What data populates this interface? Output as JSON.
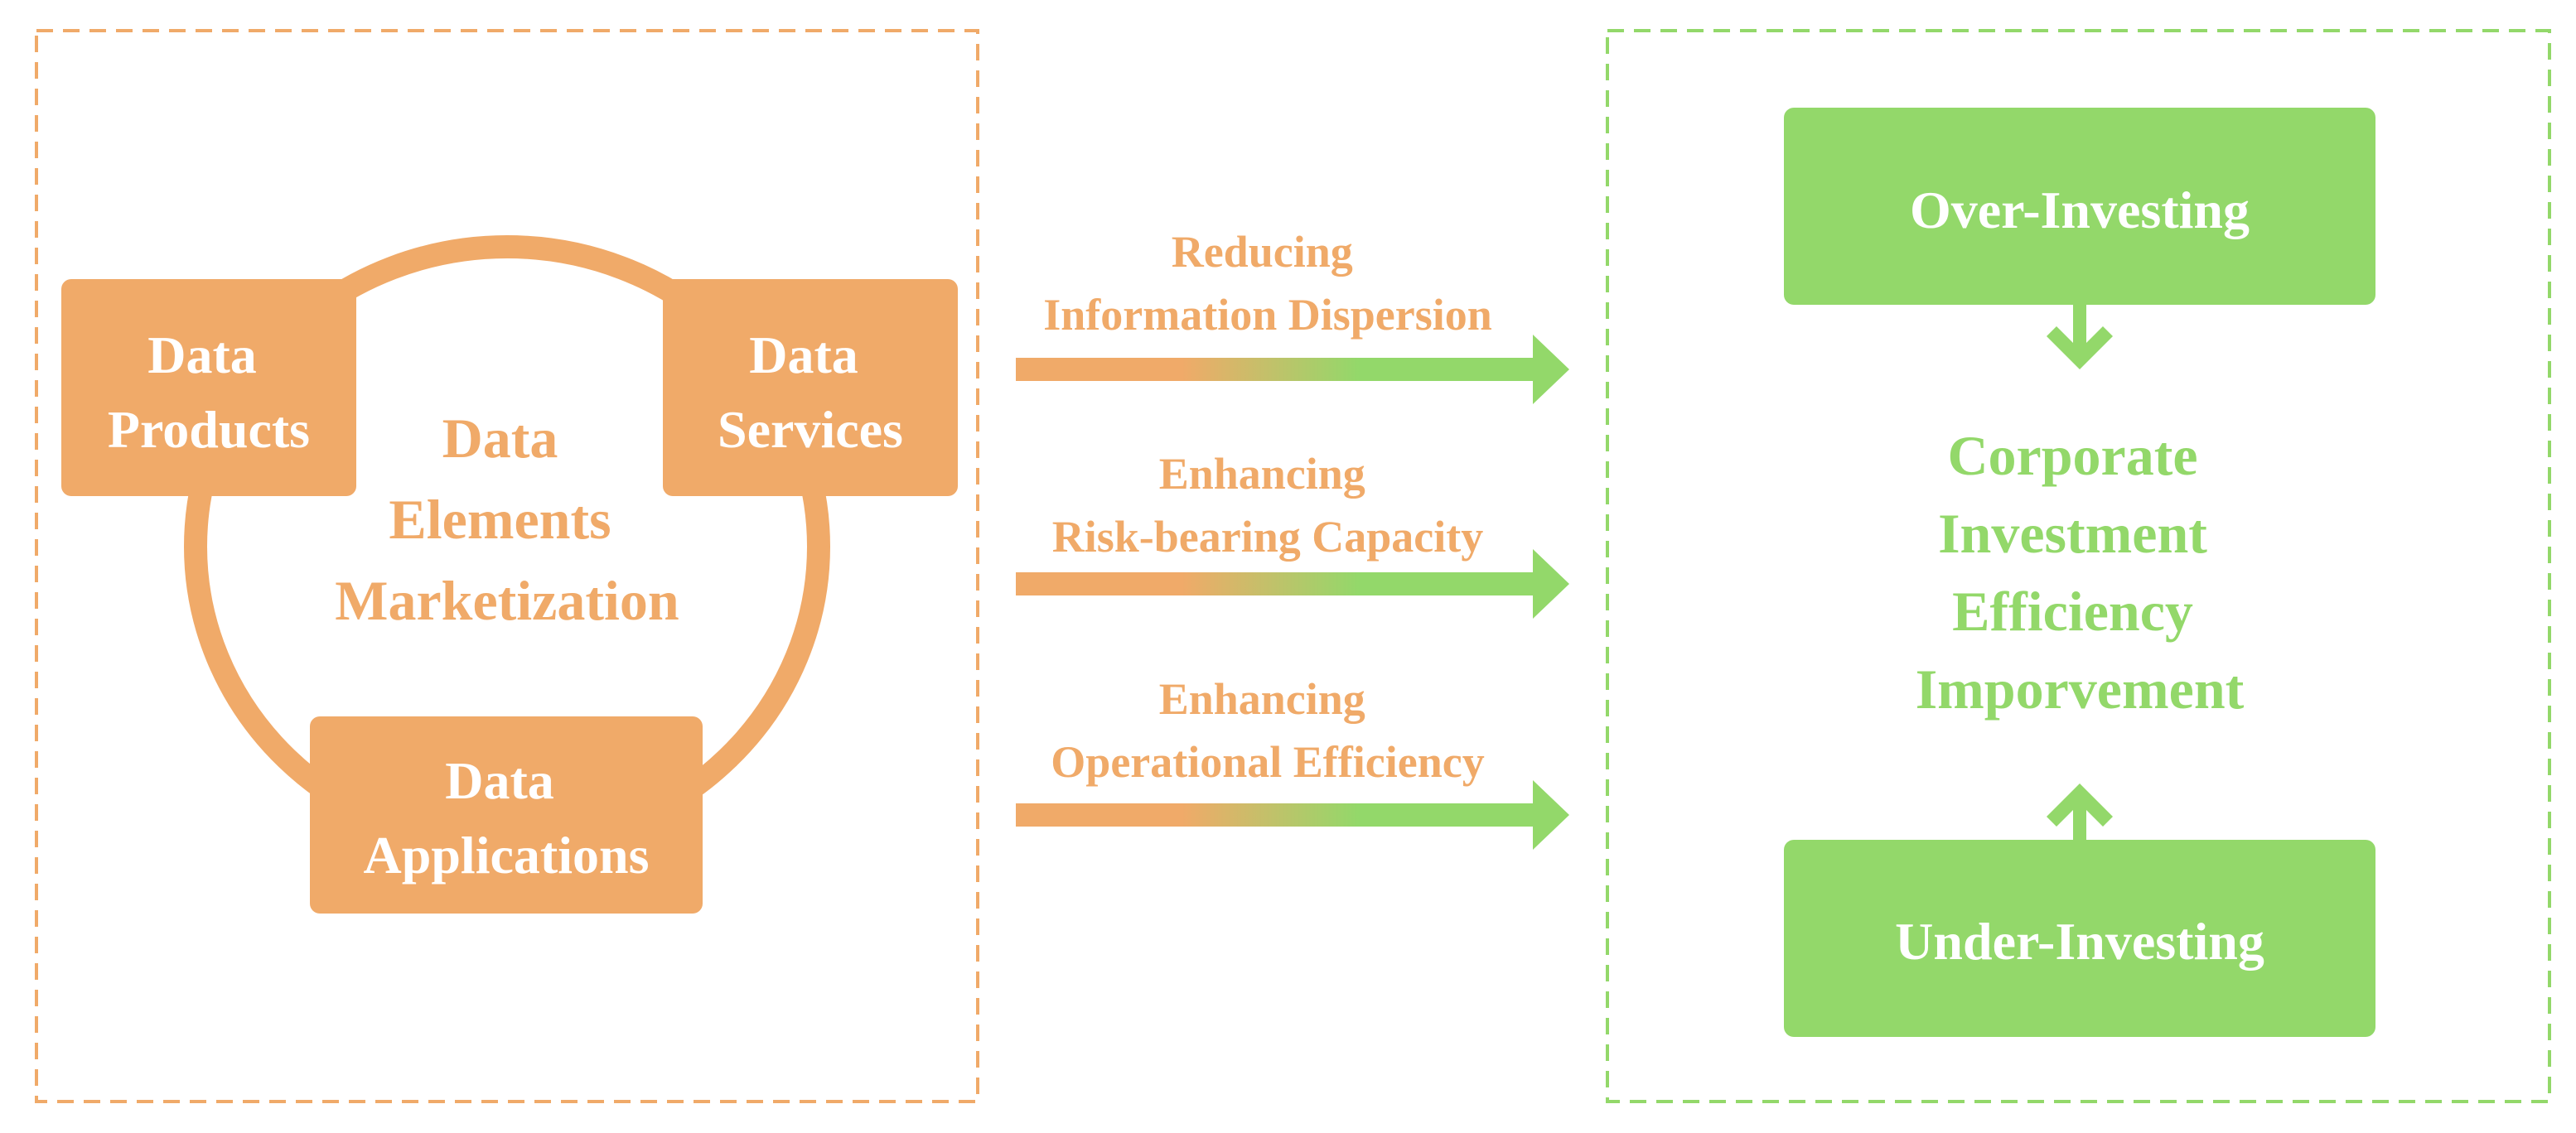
{
  "colors": {
    "orange": "#F0AA69",
    "green": "#93D86A",
    "white": "#FFFFFF",
    "background": "#FFFFFF"
  },
  "left_panel": {
    "center_label": [
      "Data",
      "Elements",
      "Marketization"
    ],
    "boxes": {
      "products": [
        "Data",
        "Products"
      ],
      "services": [
        "Data",
        "Services"
      ],
      "applications": [
        "Data",
        "Applications"
      ]
    }
  },
  "mechanisms": [
    {
      "lines": [
        "Reducing",
        "Information Dispersion"
      ]
    },
    {
      "lines": [
        "Enhancing",
        "Risk-bearing Capacity"
      ]
    },
    {
      "lines": [
        "Enhancing",
        "Operational Efficiency"
      ]
    }
  ],
  "right_panel": {
    "top_box": "Over-Investing",
    "bottom_box": "Under-Investing",
    "center_label": [
      "Corporate",
      "Investment",
      "Efficiency",
      "Imporvement"
    ]
  }
}
